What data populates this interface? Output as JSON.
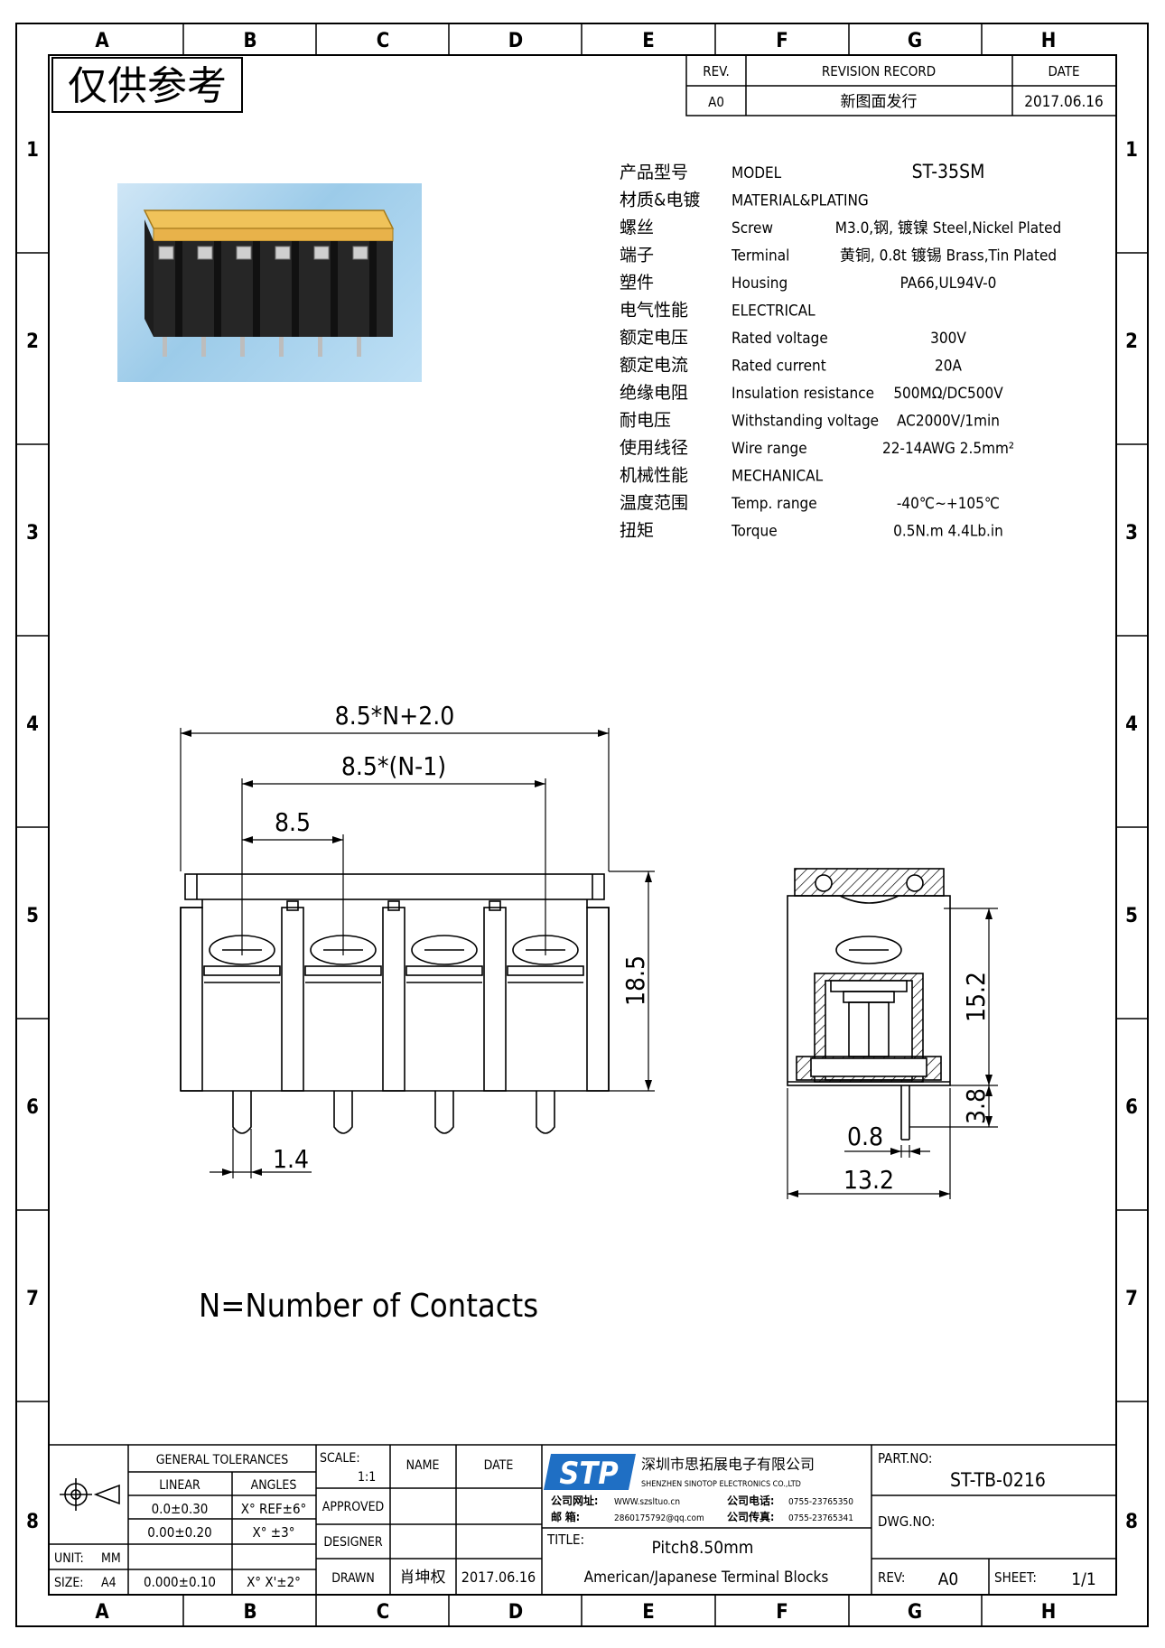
{
  "watermark": "仅供参考",
  "grid": {
    "columns": [
      "A",
      "B",
      "C",
      "D",
      "E",
      "F",
      "G",
      "H"
    ],
    "rows": [
      "1",
      "2",
      "3",
      "4",
      "5",
      "6",
      "7",
      "8"
    ]
  },
  "revision": {
    "headers": {
      "rev": "REV.",
      "record": "REVISION RECORD",
      "date": "DATE"
    },
    "row": {
      "rev": "A0",
      "record": "新图面发行",
      "date": "2017.06.16"
    }
  },
  "specs": [
    {
      "cn": "产品型号",
      "en": "MODEL",
      "value": "ST-35SM"
    },
    {
      "cn": "材质&电镀",
      "en": "MATERIAL&PLATING",
      "value": ""
    },
    {
      "cn": "螺丝",
      "en": "Screw",
      "value": "M3.0,钢, 镀镍 Steel,Nickel Plated"
    },
    {
      "cn": "端子",
      "en": "Terminal",
      "value": "黄铜, 0.8t 镀锡 Brass,Tin Plated"
    },
    {
      "cn": "塑件",
      "en": "Housing",
      "value": "PA66,UL94V-0"
    },
    {
      "cn": "电气性能",
      "en": "ELECTRICAL",
      "value": ""
    },
    {
      "cn": "额定电压",
      "en": "Rated voltage",
      "value": "300V"
    },
    {
      "cn": "额定电流",
      "en": "Rated current",
      "value": "20A"
    },
    {
      "cn": "绝缘电阻",
      "en": "Insulation resistance",
      "value": "500MΩ/DC500V"
    },
    {
      "cn": "耐电压",
      "en": "Withstanding voltage",
      "value": "AC2000V/1min"
    },
    {
      "cn": "使用线径",
      "en": "Wire range",
      "value": "22-14AWG 2.5mm²"
    },
    {
      "cn": "机械性能",
      "en": "MECHANICAL",
      "value": ""
    },
    {
      "cn": "温度范围",
      "en": "Temp. range",
      "value": "-40℃~+105℃"
    },
    {
      "cn": "扭矩",
      "en": "Torque",
      "value": "0.5N.m  4.4Lb.in"
    }
  ],
  "dimensions": {
    "overall": "8.5*N+2.0",
    "span": "8.5*(N-1)",
    "pitch": "8.5",
    "height": "18.5",
    "pin": "1.4",
    "side_height": "15.2",
    "side_pin": "3.8",
    "side_thick": "0.8",
    "side_width": "13.2"
  },
  "note": "N=Number of Contacts",
  "title_block": {
    "general_tolerances": "GENERAL TOLERANCES",
    "linear": "LINEAR",
    "angles": "ANGLES",
    "tol_rows": [
      {
        "linear": "0.0±0.30",
        "angle": "X° REF±6°"
      },
      {
        "linear": "0.00±0.20",
        "angle": "X° ±3°"
      },
      {
        "linear": "0.000±0.10",
        "angle": "X° X'±2°"
      }
    ],
    "unit_label": "UNIT:",
    "unit": "MM",
    "size_label": "SIZE:",
    "size": "A4",
    "scale_label": "SCALE:",
    "scale": "1:1",
    "name": "NAME",
    "date": "DATE",
    "approved": "APPROVED",
    "designer": "DESIGNER",
    "drawn": "DRAWN",
    "drawn_name": "肖坤权",
    "drawn_date": "2017.06.16",
    "company_cn": "深圳市思拓展电子有限公司",
    "company_en": "SHENZHEN SINOTOP ELECTRONICS CO.,LTD",
    "logo": "STP",
    "site_label": "公司网址:",
    "site": "WWW.szsltuo.cn",
    "mail_label": "邮  箱:",
    "mail": "2860175792@qq.com",
    "tel_label": "公司电话:",
    "tel": "0755-23765350",
    "fax_label": "公司传真:",
    "fax": "0755-23765341",
    "title_label": "TITLE:",
    "title_line1": "Pitch8.50mm",
    "title_line2": "American/Japanese Terminal Blocks",
    "part_label": "PART.NO:",
    "part": "ST-TB-0216",
    "dwg_label": "DWG.NO:",
    "rev_label": "REV:",
    "rev": "A0",
    "sheet_label": "SHEET:",
    "sheet": "1/1"
  }
}
